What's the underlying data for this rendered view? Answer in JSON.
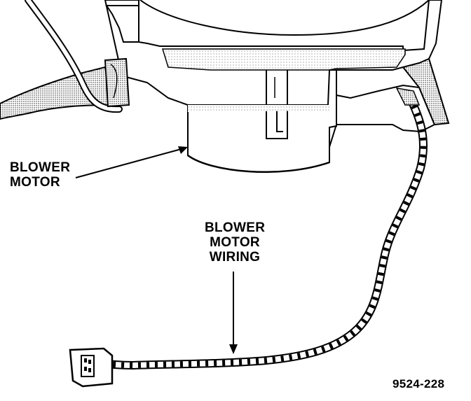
{
  "labels": {
    "blower_motor": [
      "BLOWER",
      "MOTOR"
    ],
    "blower_motor_wiring": [
      "BLOWER",
      "MOTOR",
      "WIRING"
    ]
  },
  "figure_id": "9524-228"
}
